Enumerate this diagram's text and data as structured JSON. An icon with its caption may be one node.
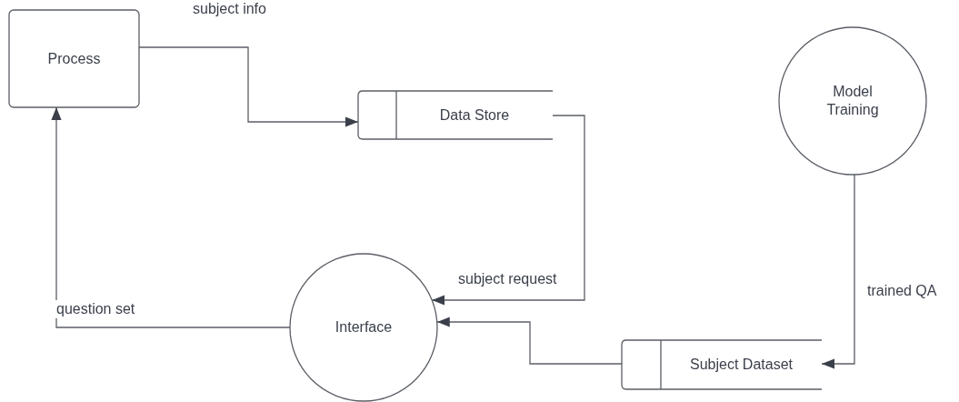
{
  "diagram": {
    "nodes": [
      {
        "text": [
          "Process"
        ]
      },
      {
        "text": [
          "Data Store"
        ]
      },
      {
        "text": [
          "Model Training"
        ]
      },
      {
        "text": [
          "Interface"
        ]
      },
      {
        "text": [
          "Subject Dataset"
        ]
      }
    ],
    "edges": [
      {
        "from": 0,
        "to": 1,
        "arrow": "to",
        "label": "subject info"
      },
      {
        "from": 1,
        "to": 3,
        "arrow": "to",
        "label": "subject request"
      },
      {
        "from": 3,
        "to": 0,
        "arrow": "to",
        "label": "question set"
      },
      {
        "from": 2,
        "to": 4,
        "arrow": "to",
        "label": "trained QA"
      },
      {
        "from": 4,
        "to": 3,
        "arrow": "to"
      }
    ]
  }
}
